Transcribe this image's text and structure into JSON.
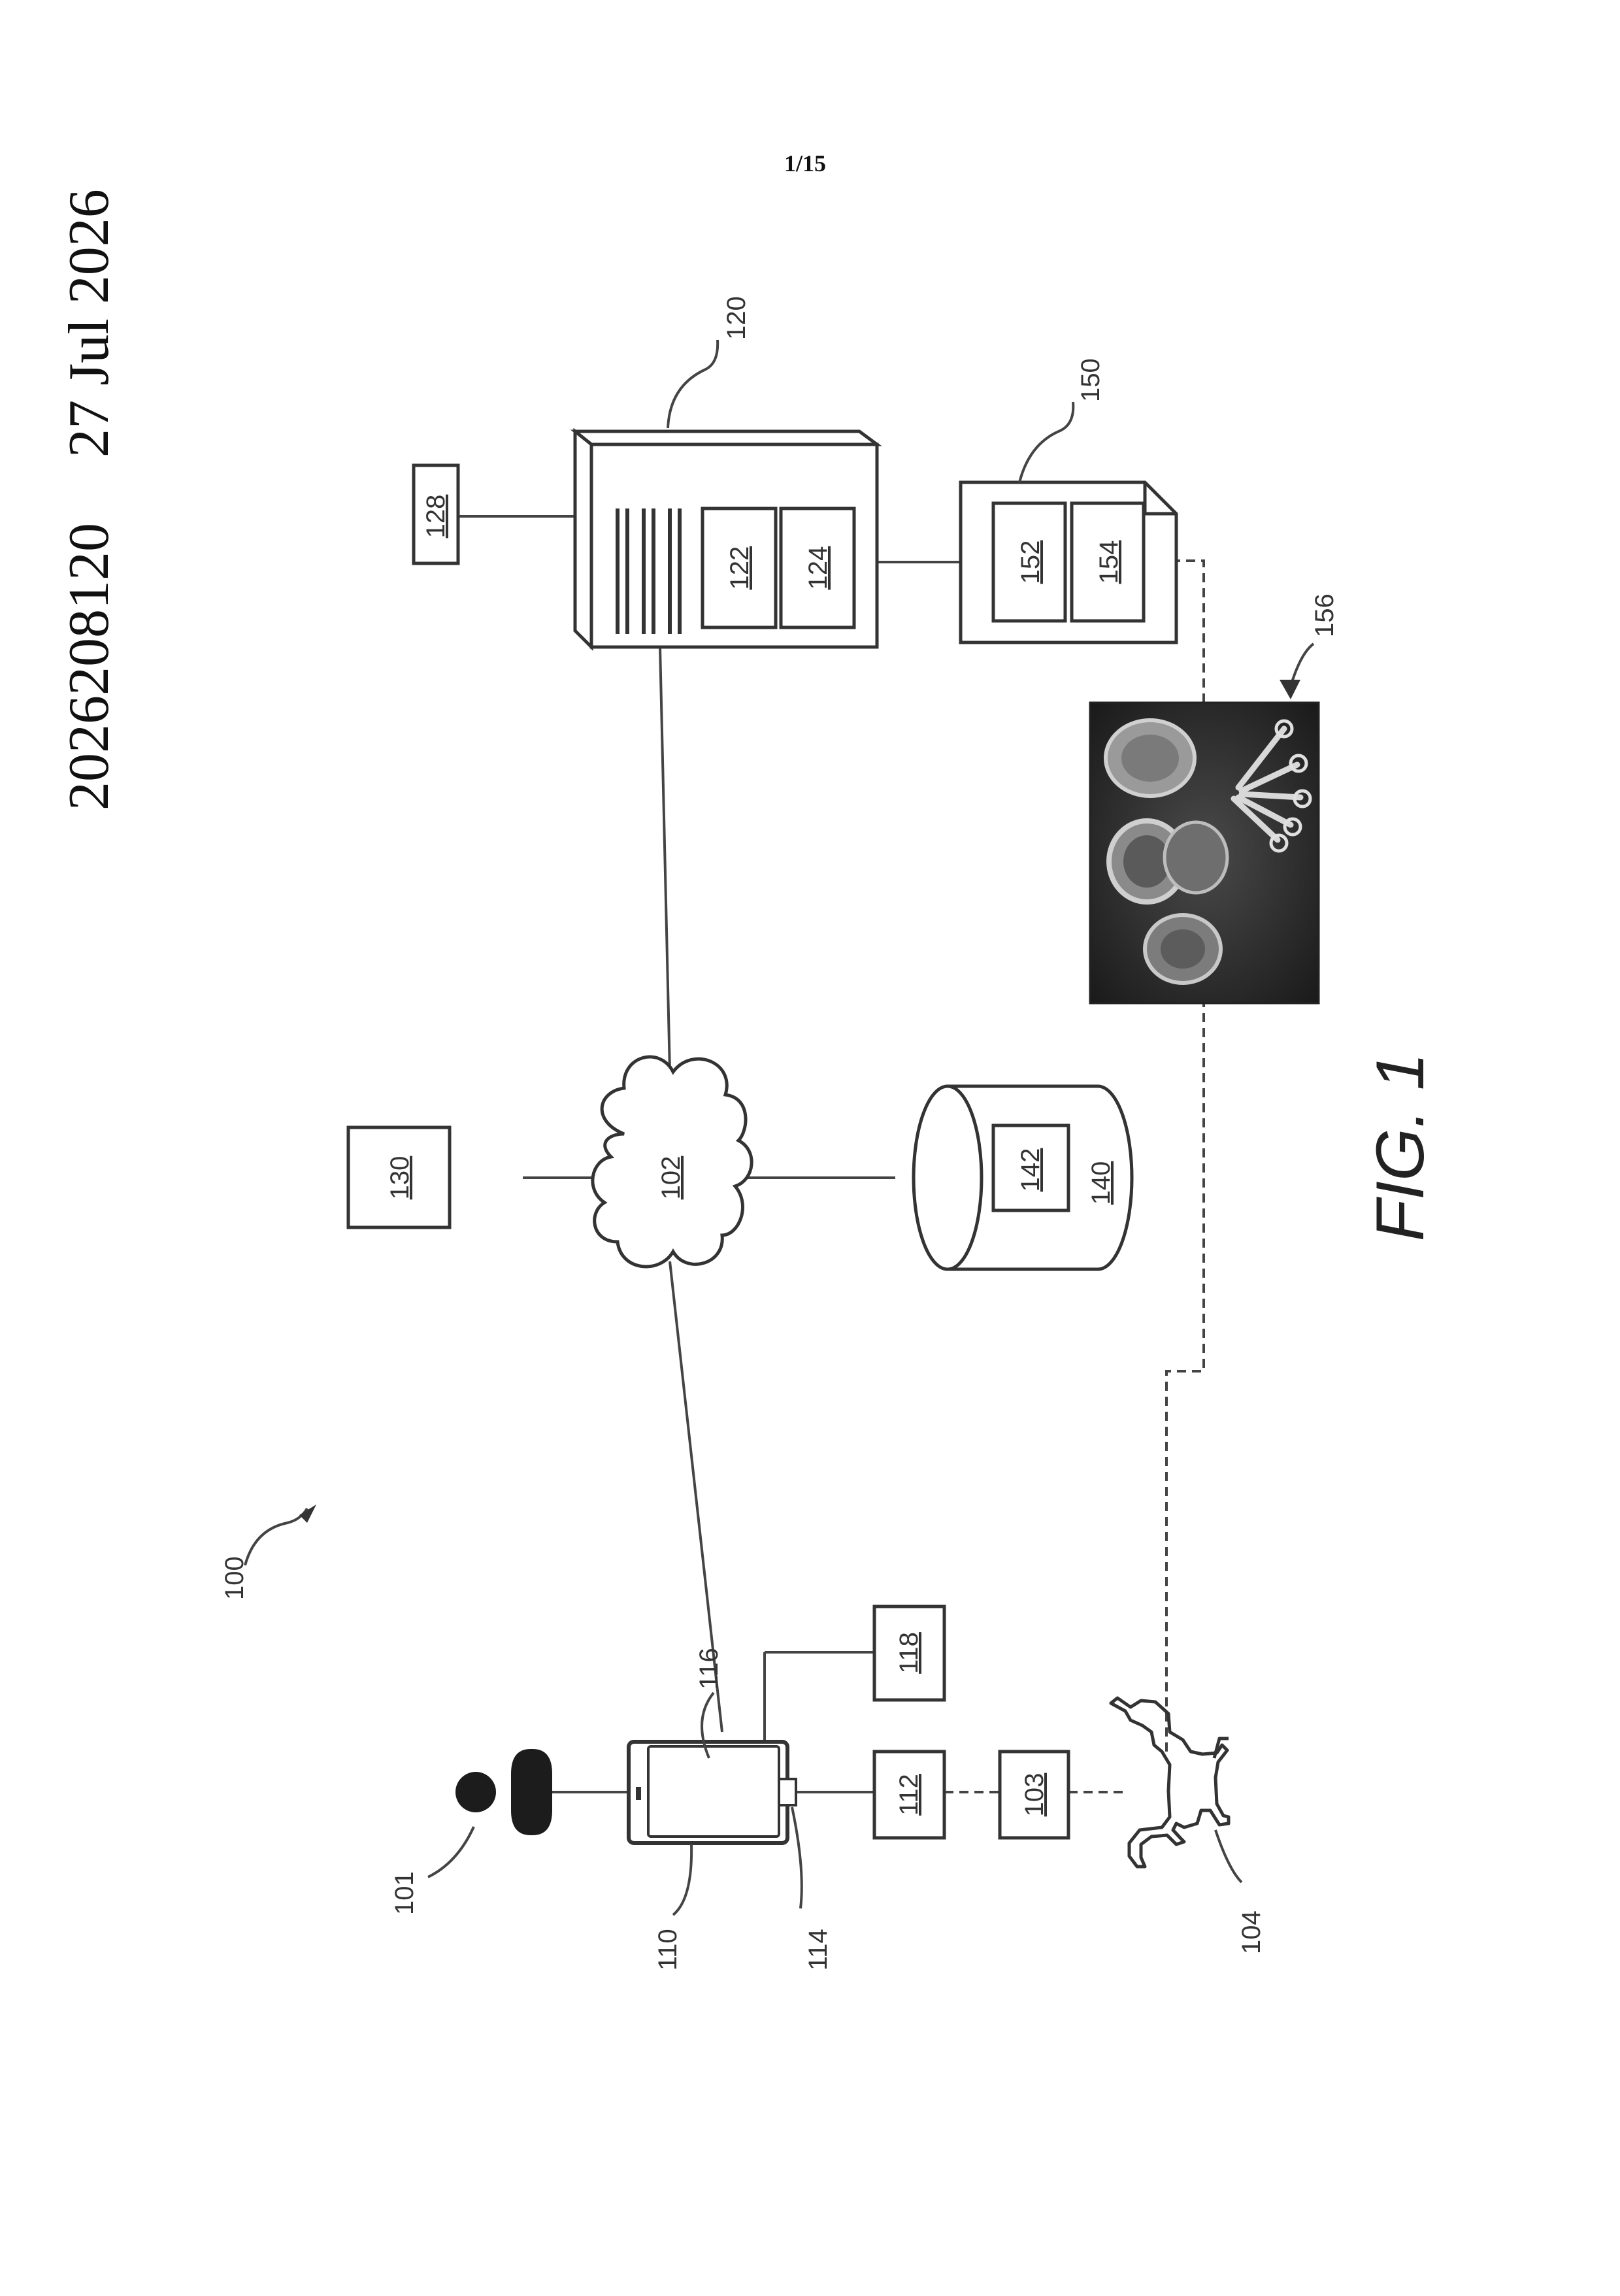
{
  "header": {
    "publication_number": "2026208120",
    "publication_date": "27 Jul 2026",
    "sheet": "1/15"
  },
  "figure": {
    "caption": "FIG. 1",
    "refs": {
      "system": "100",
      "user": "101",
      "network": "102",
      "link": "103",
      "animal": "104",
      "device": "110",
      "module_112": "112",
      "port": "114",
      "screen": "116",
      "module_118": "118",
      "server": "120",
      "server_module_a": "122",
      "server_module_b": "124",
      "module_128": "128",
      "module_130": "130",
      "database": "140",
      "db_module": "142",
      "document": "150",
      "doc_module_a": "152",
      "doc_module_b": "154",
      "photo": "156"
    }
  }
}
